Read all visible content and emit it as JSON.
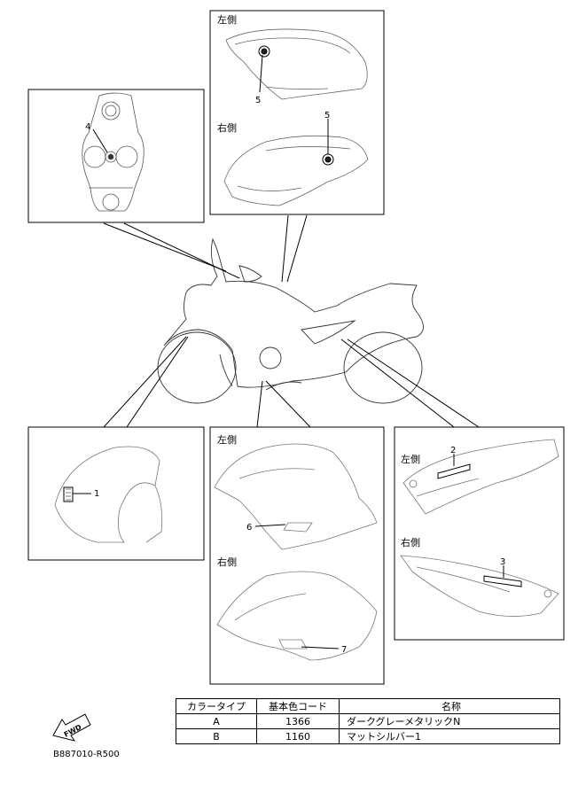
{
  "panels": {
    "tank": {
      "left_label": "左側",
      "right_label": "右側",
      "callout_left": "5",
      "callout_right": "5"
    },
    "steering": {
      "callout": "4"
    },
    "fender": {
      "callout": "1"
    },
    "cowl": {
      "left_label": "左側",
      "right_label": "右側",
      "callout_left": "6",
      "callout_right": "7"
    },
    "side_cover": {
      "left_label": "左側",
      "right_label": "右側",
      "callout_left": "2",
      "callout_right": "3"
    }
  },
  "fwd_label": "FWD",
  "diagram_code": "B887010-R500",
  "color_table": {
    "headers": [
      "カラータイプ",
      "基本色コード",
      "名称"
    ],
    "rows": [
      [
        "A",
        "1366",
        "ダークグレーメタリックN"
      ],
      [
        "B",
        "1160",
        "マットシルバー1"
      ]
    ]
  }
}
